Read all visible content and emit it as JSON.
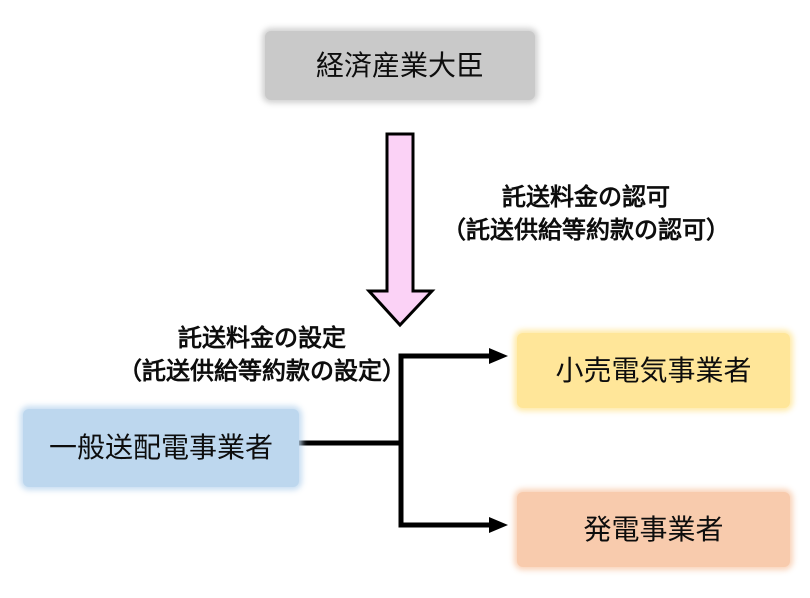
{
  "diagram": {
    "nodes": {
      "minister": {
        "label": "経済産業大臣",
        "color": "#C9C9C9"
      },
      "distributor": {
        "label": "一般送配電事業者",
        "color": "#BDD7EE"
      },
      "retailer": {
        "label": "小売電気事業者",
        "color": "#FFE699"
      },
      "generator": {
        "label": "発電事業者",
        "color": "#F8CBAD"
      }
    },
    "annotations": {
      "approval": {
        "line1": "託送料金の認可",
        "line2": "（託送供給等約款の認可）"
      },
      "setting": {
        "line1": "託送料金の設定",
        "line2": "（託送供給等約款の設定）"
      }
    },
    "colors": {
      "approval_arrow_fill": "#FBD2F6",
      "approval_arrow_outline": "#000000",
      "connector": "#000000",
      "background": "#FFFFFF",
      "text": "#0D0D0D"
    }
  }
}
